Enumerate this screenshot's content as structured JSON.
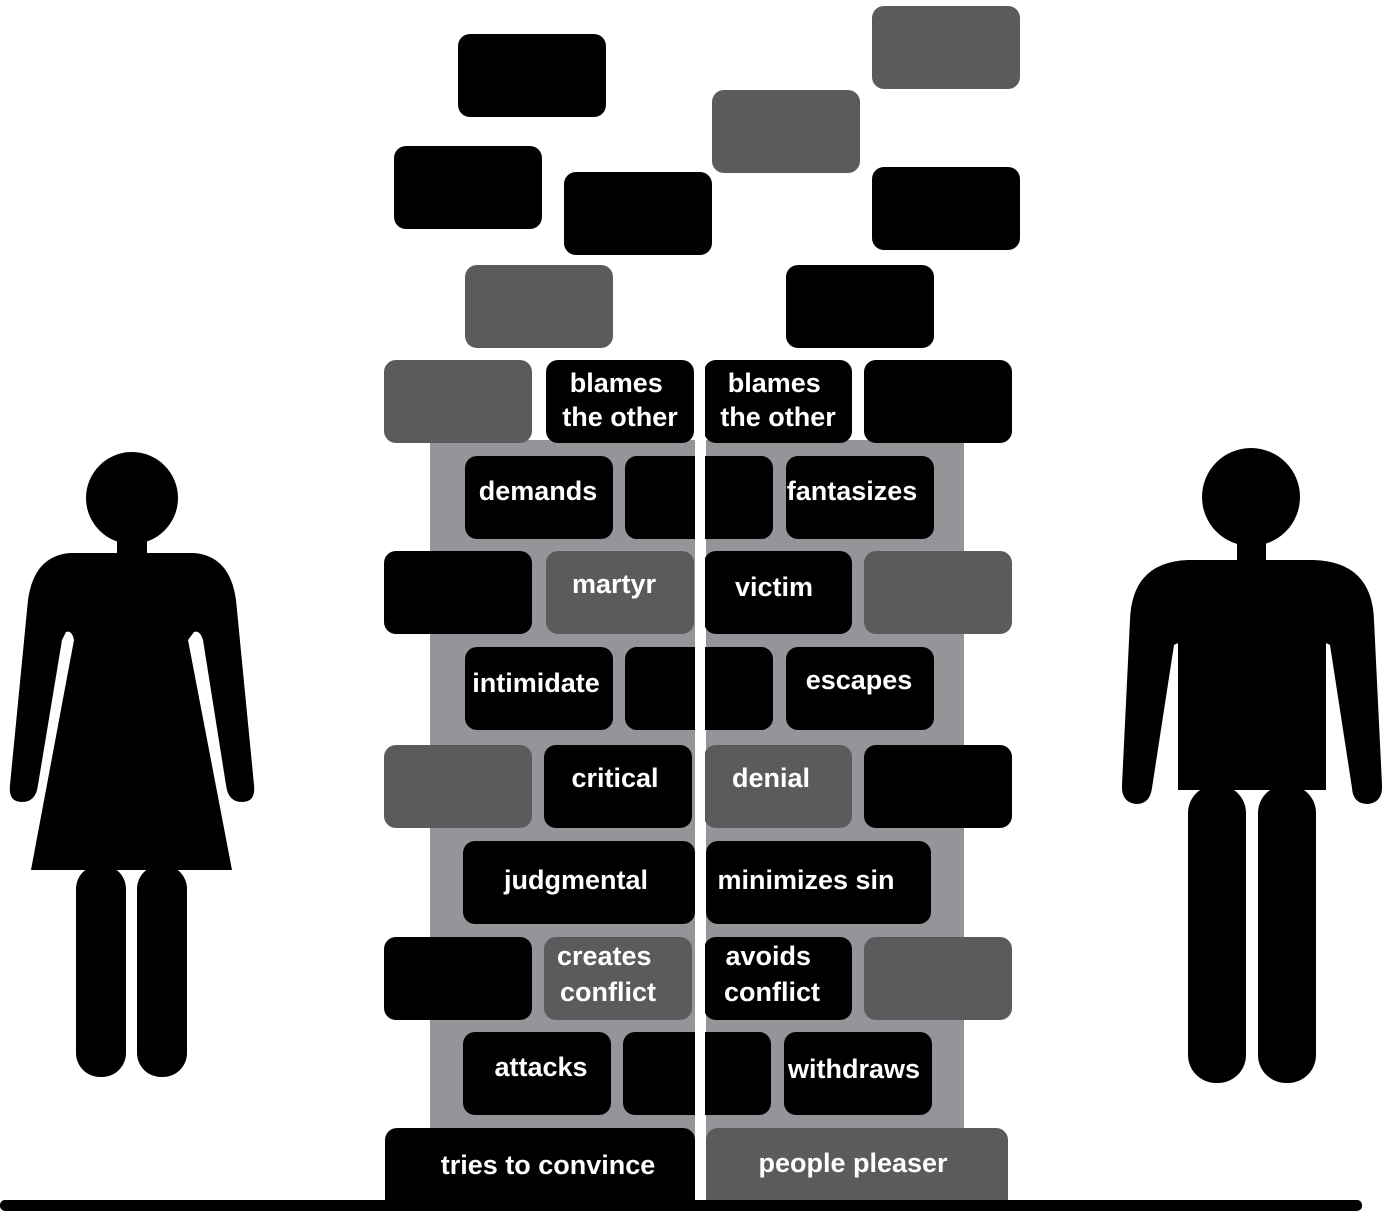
{
  "colors": {
    "background": "#ffffff",
    "brick_dark": "#000000",
    "brick_gray": "#5a5b5d",
    "wall_backing": "#939598",
    "figure": "#000000",
    "label": "#ffffff"
  },
  "figures": {
    "left": "woman-icon",
    "right": "man-icon"
  },
  "left_wall": {
    "blames": [
      "blames",
      "the other"
    ],
    "demands": "demands",
    "martyr": "martyr",
    "intimidate": "intimidate",
    "critical": "critical",
    "judgmental": "judgmental",
    "creates_conflict": [
      "creates",
      "conflict"
    ],
    "attacks": "attacks",
    "tries_to_convince": "tries to convince"
  },
  "right_wall": {
    "blames": [
      "blames",
      "the other"
    ],
    "fantasizes": "fantasizes",
    "victim": "victim",
    "escapes": "escapes",
    "denial": "denial",
    "minimizes_sin": "minimizes sin",
    "avoids_conflict": [
      "avoids",
      "conflict"
    ],
    "withdraws": "withdraws",
    "people_pleaser": "people pleaser"
  }
}
